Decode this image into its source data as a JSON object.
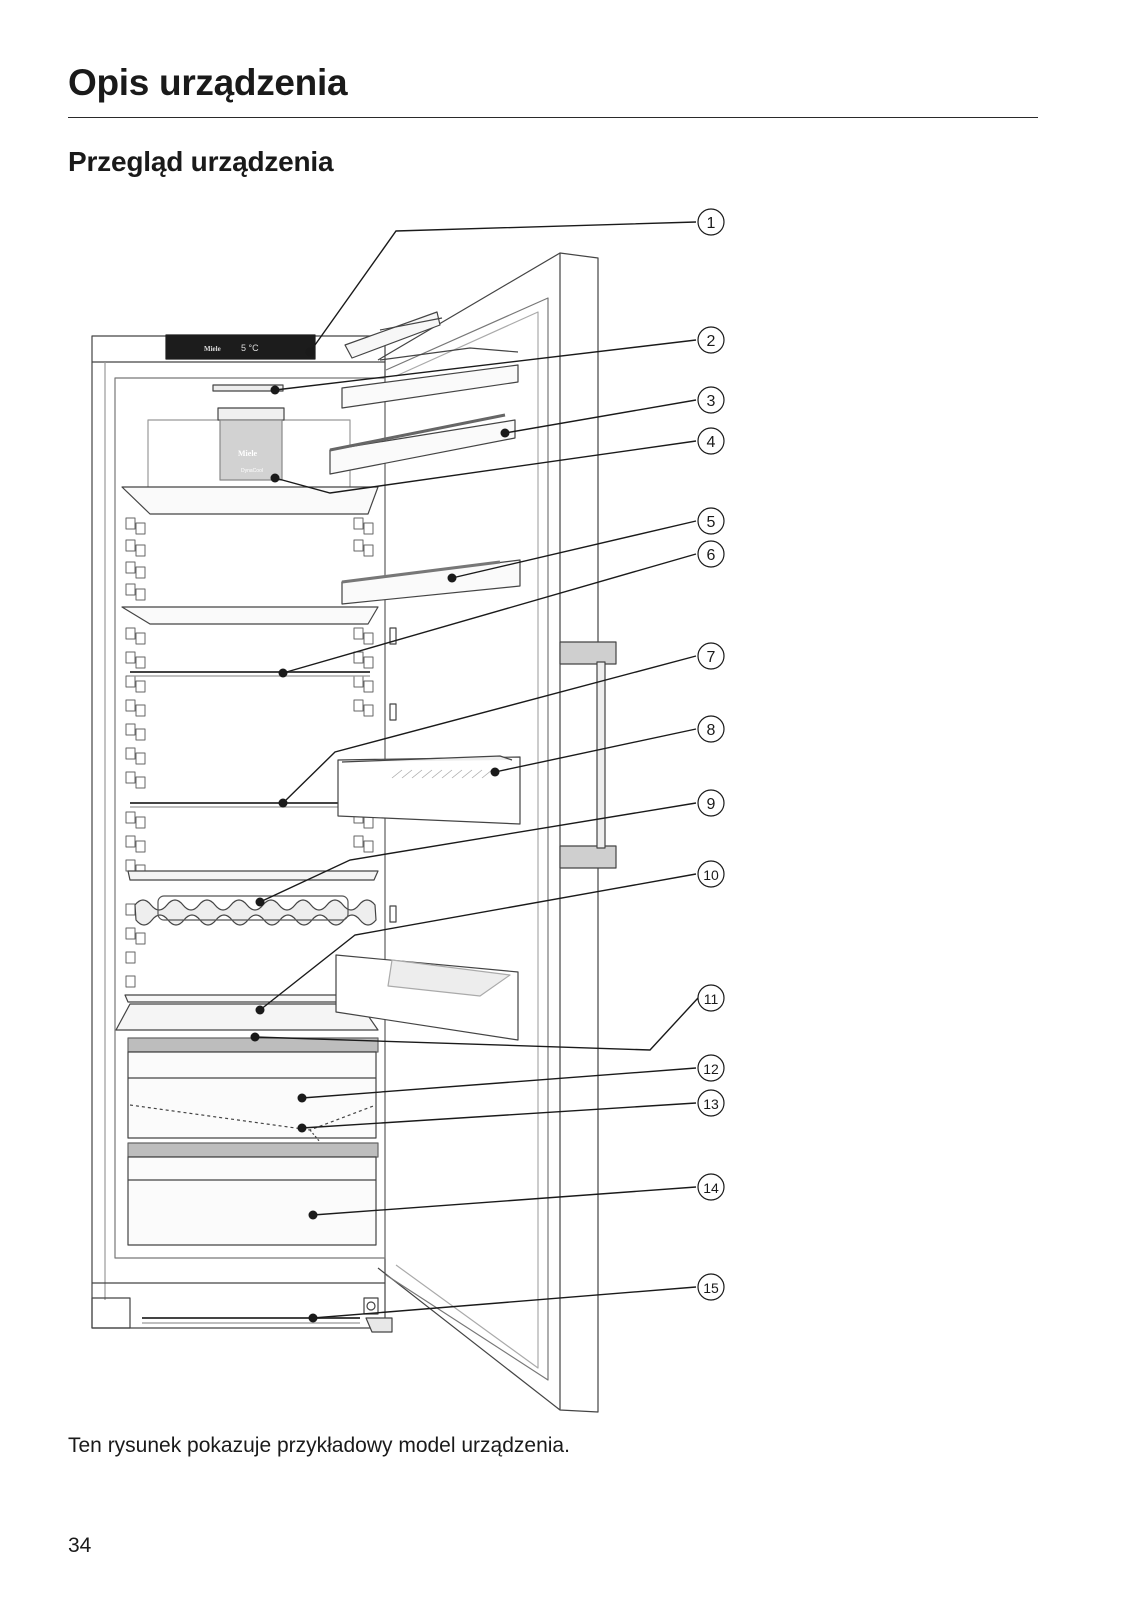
{
  "header": {
    "title": "Opis urządzenia",
    "subtitle": "Przegląd urządzenia"
  },
  "diagram": {
    "display": {
      "brand": "Miele",
      "temperature": "5 °C",
      "filter_brand": "Miele",
      "filter_label": "DynaCool"
    },
    "callouts": [
      "1",
      "2",
      "3",
      "4",
      "5",
      "6",
      "7",
      "8",
      "9",
      "10",
      "11",
      "12",
      "13",
      "14",
      "15"
    ]
  },
  "caption": "Ten rysunek pokazuje przykładowy model urządzenia.",
  "page_number": "34"
}
